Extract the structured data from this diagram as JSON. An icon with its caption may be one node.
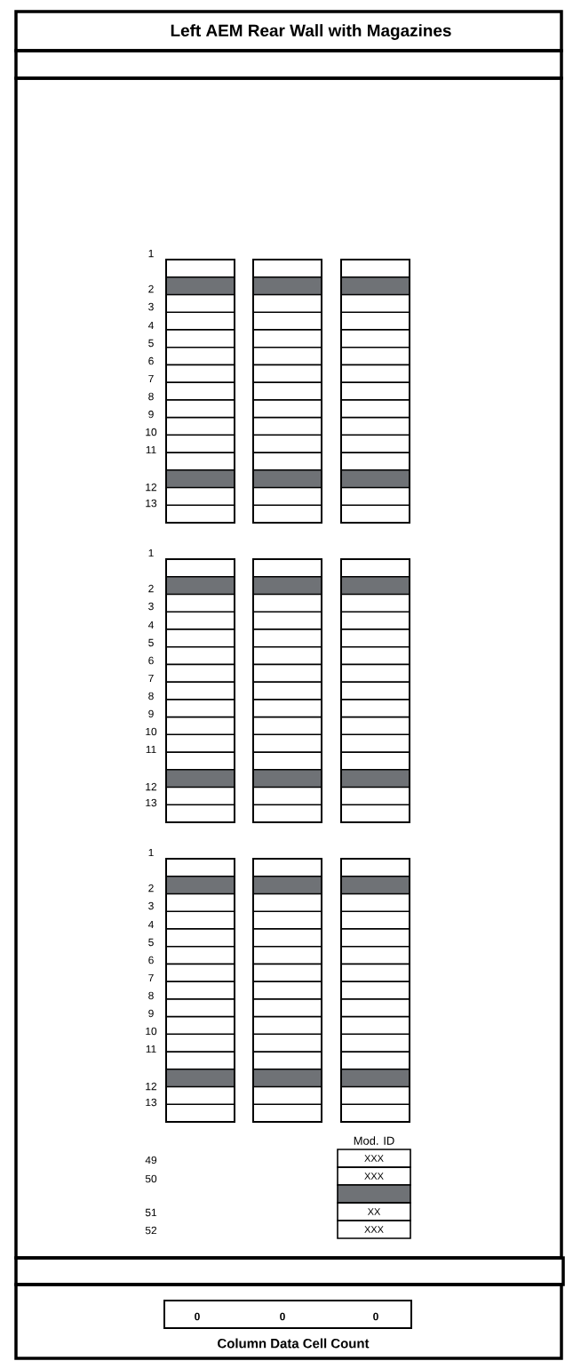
{
  "diagram": {
    "title": "Left AEM Rear Wall with Magazines",
    "nodes": [
      {
        "text": [],
        "shape": "box"
      },
      {
        "text": [],
        "shape": "box"
      },
      {
        "text": [],
        "shape": "box"
      },
      {
        "text": [],
        "shape": "box"
      },
      {
        "text": [],
        "shape": "box"
      },
      {
        "text": [],
        "shape": "bar",
        "in": 2
      },
      {
        "text": [],
        "shape": "bar",
        "in": 2
      },
      {
        "text": [],
        "shape": "bar",
        "in": 2
      },
      {
        "text": [],
        "shape": "bar",
        "in": 2
      },
      {
        "text": [],
        "shape": "bar",
        "in": 2
      },
      {
        "text": [],
        "shape": "bar",
        "in": 2
      },
      {
        "text": [],
        "shape": "bar",
        "in": 2
      },
      {
        "text": [],
        "shape": "bar",
        "in": 2
      },
      {
        "text": [],
        "shape": "bar",
        "in": 2
      },
      {
        "text": [
          "XXX"
        ],
        "in": 2
      },
      {
        "text": [
          "XXX"
        ],
        "in": 2
      },
      {
        "text": [],
        "shape": "box",
        "in": 2
      },
      {
        "text": [
          "XX"
        ],
        "in": 2
      },
      {
        "text": [
          "XXX"
        ],
        "in": 2
      },
      {
        "text": [
          "0",
          "0",
          "0"
        ],
        "beside": [
          "Column Data Cell Count"
        ],
        "in": 4
      }
    ],
    "edges": [],
    "labels": [
      "1",
      "2",
      "3",
      "4",
      "5",
      "6",
      "7",
      "8",
      "9",
      "10",
      "11",
      "12",
      "13",
      "1",
      "2",
      "3",
      "4",
      "5",
      "6",
      "7",
      "8",
      "9",
      "10",
      "11",
      "12",
      "13",
      "1",
      "2",
      "3",
      "4",
      "5",
      "6",
      "7",
      "8",
      "9",
      "10",
      "11",
      "12",
      "13",
      "Mod. ID",
      "49",
      "50",
      "51",
      "52"
    ]
  }
}
